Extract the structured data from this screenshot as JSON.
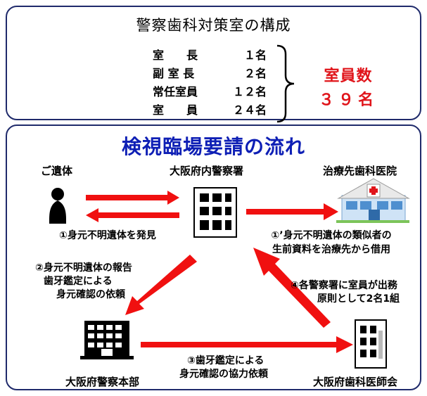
{
  "top": {
    "title": "警察歯科対策室の構成",
    "members": [
      {
        "role": "室　　長",
        "count": "１名"
      },
      {
        "role": "副 室 長",
        "count": "２名"
      },
      {
        "role": "常任室員",
        "count": "１２名"
      },
      {
        "role": "室　　員",
        "count": "２４名"
      }
    ],
    "total_label": "室員数",
    "total_count": "３９名"
  },
  "flow": {
    "title": "検視臨場要請の流れ",
    "nodes": {
      "remains": "ご遺体",
      "police_station": "大阪府内警察署",
      "clinic": "治療先歯科医院",
      "hq": "大阪府警察本部",
      "dental_assoc": "大阪府歯科医師会"
    },
    "steps": {
      "step1": "①身元不明遺体を発見",
      "step1b_line1": "①’身元不明遺体の類似者の",
      "step1b_line2": "生前資料を治療先から借用",
      "step2_line1": "②身元不明遺体の報告",
      "step2_line2": "歯牙鑑定による",
      "step2_line3": "身元確認の依頼",
      "step3_line1": "③歯牙鑑定による",
      "step3_line2": "身元確認の協力依頼",
      "step4_line1": "④各警察署に室員が出務",
      "step4_line2": "原則として2名1組"
    }
  },
  "colors": {
    "frame": "#1f2a6b",
    "accent_red": "#e0141a",
    "title_blue": "#0e1fb5",
    "arrow_red": "#f01010"
  }
}
